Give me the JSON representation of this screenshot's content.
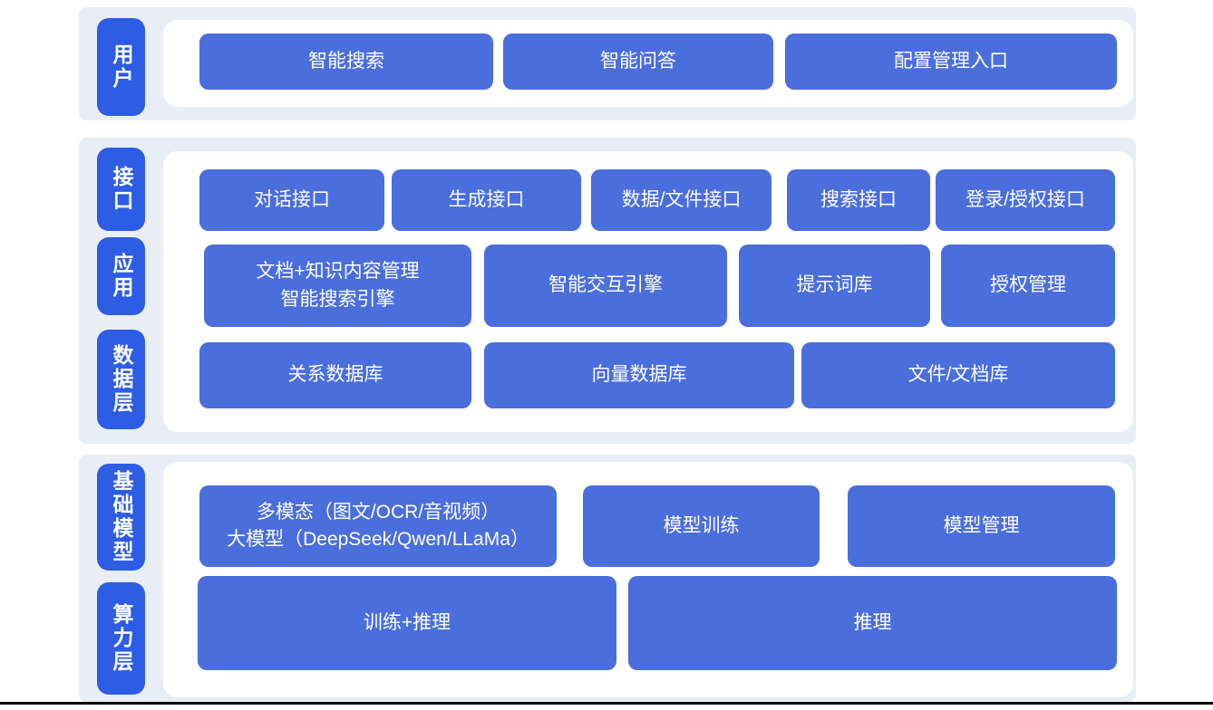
{
  "diagram": {
    "colors": {
      "band_bg": "#e9eef6",
      "pill_bg": "#2d5ce5",
      "box_bg": "#4a6edc",
      "panel_bg": "#ffffff",
      "text": "#ffffff",
      "baseline": "#000000"
    },
    "sections": [
      {
        "name": "user-layer",
        "labels": [
          {
            "text": "用户"
          }
        ],
        "rows": [
          {
            "boxes": [
              {
                "label": "智能搜索"
              },
              {
                "label": "智能问答"
              },
              {
                "label": "配置管理入口"
              }
            ]
          }
        ]
      },
      {
        "name": "interface-application-data-layer",
        "labels": [
          {
            "text": "接口"
          },
          {
            "text": "应用"
          },
          {
            "text": "数据层"
          }
        ],
        "rows": [
          {
            "boxes": [
              {
                "label": "对话接口"
              },
              {
                "label": "生成接口"
              },
              {
                "label": "数据/文件接口"
              },
              {
                "label": "搜索接口"
              },
              {
                "label": "登录/授权接口"
              }
            ]
          },
          {
            "boxes": [
              {
                "label": "文档+知识内容管理\n智能搜索引擎"
              },
              {
                "label": "智能交互引擎"
              },
              {
                "label": "提示词库"
              },
              {
                "label": "授权管理"
              }
            ]
          },
          {
            "boxes": [
              {
                "label": "关系数据库"
              },
              {
                "label": "向量数据库"
              },
              {
                "label": "文件/文档库"
              }
            ]
          }
        ]
      },
      {
        "name": "foundation-model-compute-layer",
        "labels": [
          {
            "text": "基础模型"
          },
          {
            "text": "算力层"
          }
        ],
        "rows": [
          {
            "boxes": [
              {
                "label": "多模态（图文/OCR/音视频）\n大模型（DeepSeek/Qwen/LLaMa）"
              },
              {
                "label": "模型训练"
              },
              {
                "label": "模型管理"
              }
            ]
          },
          {
            "boxes": [
              {
                "label": "训练+推理"
              },
              {
                "label": "推理"
              }
            ]
          }
        ]
      }
    ]
  }
}
